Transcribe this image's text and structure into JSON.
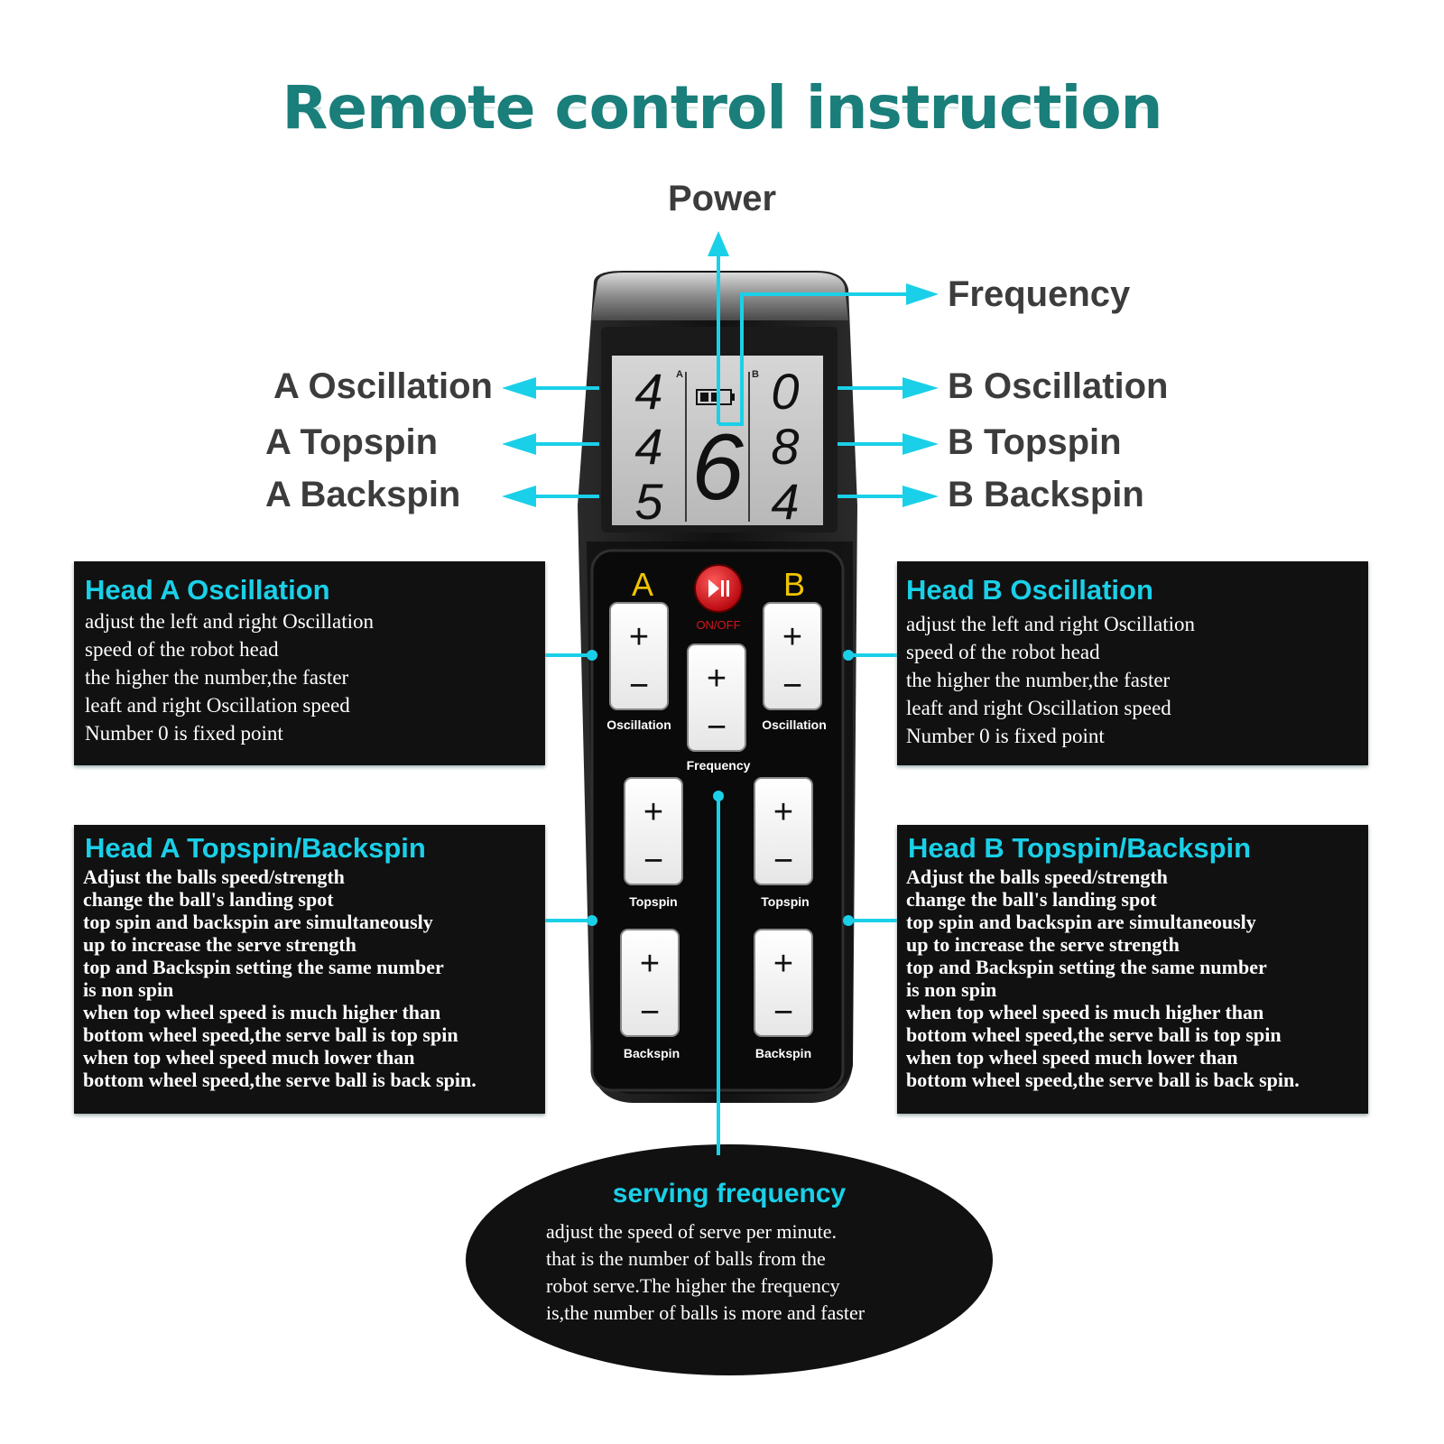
{
  "title": "Remote control instruction",
  "callouts": {
    "power": "Power",
    "frequency": "Frequency",
    "a_oscillation": "A Oscillation",
    "a_topspin": "A Topspin",
    "a_backspin": "A Backspin",
    "b_oscillation": "B Oscillation",
    "b_topspin": "B Topspin",
    "b_backspin": "B Backspin"
  },
  "panels": {
    "head_a_oscillation": {
      "title": "Head A Oscillation",
      "lines": [
        "adjust the left and right Oscillation",
        "speed of the robot head",
        "the higher the number,the faster",
        "leaft and right Oscillation speed",
        "Number 0 is fixed point"
      ]
    },
    "head_b_oscillation": {
      "title": "Head B Oscillation",
      "lines": [
        "adjust the left and right Oscillation",
        "speed of the robot head",
        "the higher the number,the faster",
        "leaft and right Oscillation speed",
        "Number 0 is fixed point"
      ]
    },
    "head_a_spin": {
      "title": "Head A Topspin/Backspin",
      "lines": [
        "Adjust the balls speed/strength",
        "change the ball's landing spot",
        "top spin and backspin are simultaneously",
        "up to increase the serve strength",
        "top and Backspin setting the same number",
        "is non spin",
        "when top wheel speed is much higher than",
        "bottom wheel speed,the serve ball is top spin",
        "when top wheel speed much lower than",
        "bottom wheel speed,the serve ball is back spin."
      ]
    },
    "head_b_spin": {
      "title": "Head B Topspin/Backspin",
      "lines": [
        "Adjust the balls speed/strength",
        "change the ball's landing spot",
        "top spin and backspin are simultaneously",
        "up to increase the serve strength",
        "top and Backspin setting the same number",
        "is non spin",
        "when top wheel speed is much higher than",
        "bottom wheel speed,the serve ball is top spin",
        "when top wheel speed much lower than",
        "bottom wheel speed,the serve ball is back spin."
      ]
    },
    "serving_frequency": {
      "title": "serving frequency",
      "lines": [
        "adjust the speed of serve per minute.",
        "that is the number of balls from the",
        "robot serve.The higher the frequency",
        "is,the number of balls is more and faster"
      ]
    }
  },
  "remote": {
    "lcd": {
      "a_label": "A",
      "b_label": "B",
      "a_values": [
        "4",
        "4",
        "5"
      ],
      "center_value": "6",
      "b_values": [
        "0",
        "8",
        "4"
      ]
    },
    "head_a_label": "A",
    "head_b_label": "B",
    "power_label": "ON/OFF",
    "plus_symbol": "+",
    "minus_symbol": "−",
    "buttons": {
      "oscillation": "Oscillation",
      "frequency": "Frequency",
      "topspin": "Topspin",
      "backspin": "Backspin"
    }
  },
  "colors": {
    "title": "#1a7e7a",
    "accent_cyan": "#1ad0e8",
    "panel_bg": "#111111",
    "head_label_yellow": "#f2c400",
    "power_button_red": "#d8141c"
  }
}
